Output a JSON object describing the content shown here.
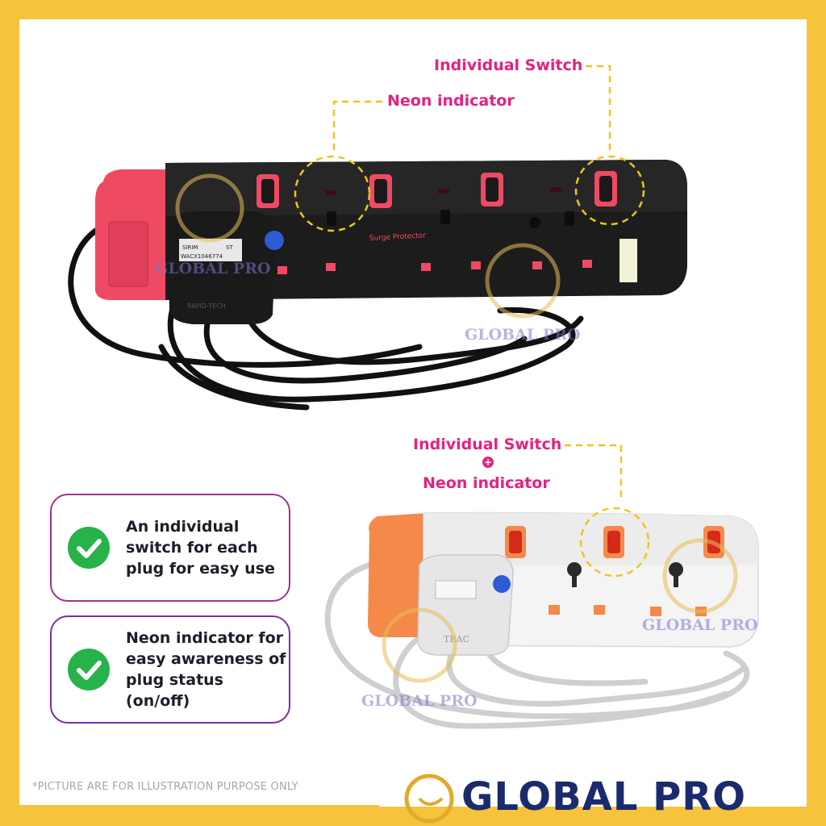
{
  "callouts": {
    "individual_switch_top": "Individual Switch",
    "neon_indicator_top": "Neon indicator",
    "individual_switch_bottom": "Individual Switch",
    "plus": "+",
    "neon_indicator_bottom": "Neon indicator"
  },
  "features": [
    {
      "text_line1": "An individual",
      "text_line2": "switch for each",
      "text_line3": "plug for easy use"
    },
    {
      "text_line1": "Neon indicator for",
      "text_line2": "easy awareness of",
      "text_line3": "plug status (on/off)"
    }
  ],
  "product_labels": {
    "surge_protector": "Surge Protector",
    "plug_brand": "RAPID-TECH",
    "plug_sirim": "SIRIM",
    "plug_st": "ST",
    "plug_code": "WACX1046774",
    "white_plug_brand": "TRAC"
  },
  "watermarks": [
    "GLOBAL PRO",
    "GLOBAL PRO",
    "GLOBAL PRO",
    "GLOBAL PRO"
  ],
  "disclaimer": "*PICTURE ARE FOR ILLUSTRATION PURPOSE ONLY",
  "brand": {
    "name": "GLOBAL PRO"
  },
  "colors": {
    "frame": "#f5c33c",
    "callout_text": "#e6217f",
    "dashed_line": "#f0c419",
    "check_green": "#27b24a",
    "brand_navy": "#1a2a6c",
    "card_border": "#8a2a9c"
  }
}
